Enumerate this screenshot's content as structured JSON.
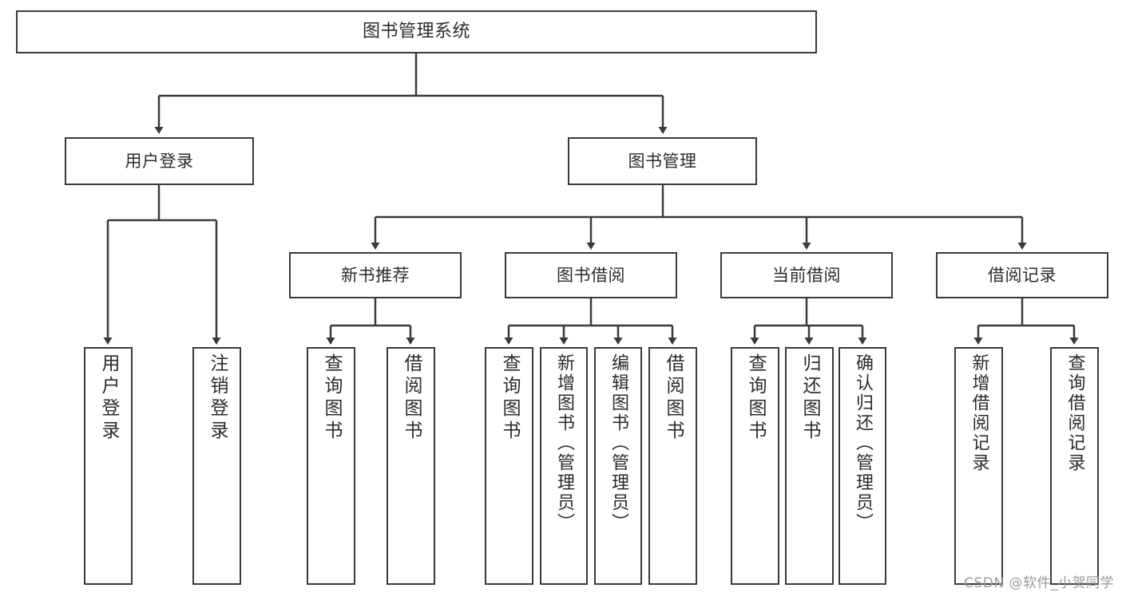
{
  "diagram": {
    "title": "图书管理系统",
    "type": "tree-hierarchy-chart",
    "watermark": "CSDN @软件_小贺同学",
    "colors": {
      "box_border": "#3a3a3a",
      "box_fill": "#ffffff",
      "edge": "#3a3a3a",
      "text": "#2b2b2b",
      "watermark": "#9b9b9b",
      "background": "#ffffff"
    },
    "levels": {
      "level1": [
        "图书管理系统"
      ],
      "level2": [
        "用户登录",
        "图书管理"
      ],
      "level3": [
        "新书推荐",
        "图书借阅",
        "当前借阅",
        "借阅记录"
      ],
      "level4": [
        "用户登录",
        "注销登录",
        "查询图书",
        "借阅图书",
        "查询图书",
        "新增图书（管理员）",
        "编辑图书（管理员）",
        "借阅图书",
        "查询图书",
        "归还图书",
        "确认归还（管理员）",
        "新增借阅记录",
        "查询借阅记录"
      ]
    },
    "nodes": {
      "root": {
        "label": "图书管理系统"
      },
      "user_login": {
        "label": "用户登录"
      },
      "book_manage": {
        "label": "图书管理"
      },
      "new_book_rec": {
        "label": "新书推荐"
      },
      "book_borrow": {
        "label": "图书借阅"
      },
      "current_borrow": {
        "label": "当前借阅"
      },
      "borrow_record": {
        "label": "借阅记录"
      },
      "leaf_user_login": {
        "label": "用户登录"
      },
      "leaf_logout": {
        "label": "注销登录"
      },
      "leaf_query_book_a": {
        "label": "查询图书"
      },
      "leaf_borrow_book_a": {
        "label": "借阅图书"
      },
      "leaf_query_book_b": {
        "label": "查询图书"
      },
      "leaf_add_book": {
        "label": "新增图书（管理员）"
      },
      "leaf_edit_book": {
        "label": "编辑图书（管理员）"
      },
      "leaf_borrow_book_b": {
        "label": "借阅图书"
      },
      "leaf_query_book_c": {
        "label": "查询图书"
      },
      "leaf_return_book": {
        "label": "归还图书"
      },
      "leaf_confirm_return": {
        "label": "确认归还（管理员）"
      },
      "leaf_add_record": {
        "label": "新增借阅记录"
      },
      "leaf_query_record": {
        "label": "查询借阅记录"
      }
    }
  }
}
